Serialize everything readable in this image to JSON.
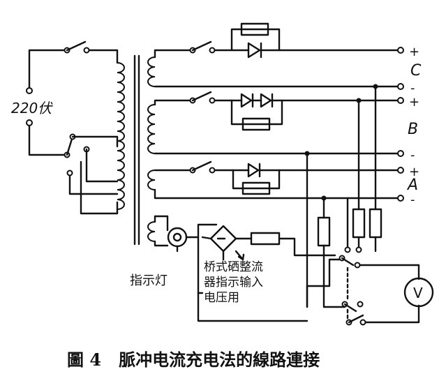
{
  "diagram": {
    "mains_label": "220伏",
    "outputs": [
      {
        "name": "C",
        "plus": "+",
        "minus": "-"
      },
      {
        "name": "B",
        "plus": "+",
        "minus": "-"
      },
      {
        "name": "A",
        "plus": "+",
        "minus": "-"
      }
    ],
    "indicator_label": "指示灯",
    "rectifier_label_lines": [
      "桥式硒整流",
      "器指示输入",
      "电压用"
    ],
    "voltmeter_symbol": "V",
    "caption": "圖 4   脈冲电流充电法的線路連接"
  }
}
